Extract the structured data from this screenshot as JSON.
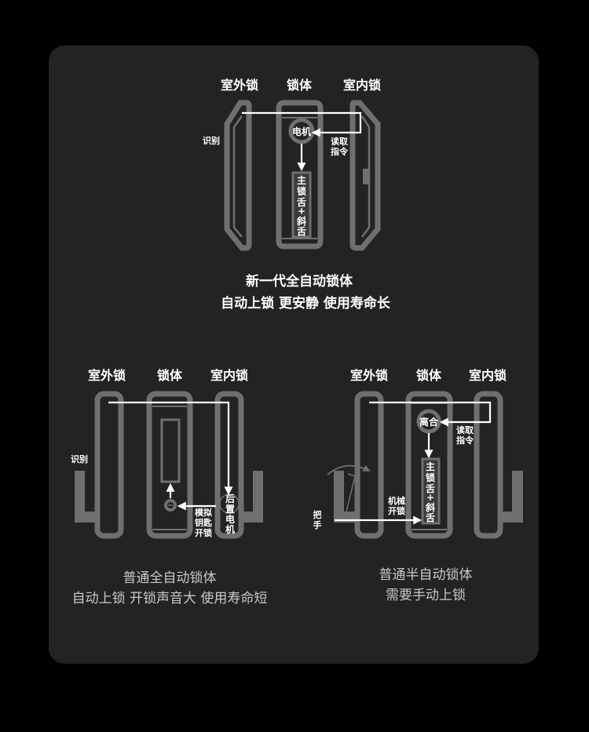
{
  "colors": {
    "background": "#000000",
    "panel": "#232323",
    "lock_outline": "#6f6f6f",
    "wire": "#ffffff",
    "caption_primary": "#ffffff",
    "caption_secondary": "#c8c8c8"
  },
  "top_diagram": {
    "headers": {
      "outdoor": "室外锁",
      "body": "锁体",
      "indoor": "室内锁"
    },
    "labels": {
      "identify": "识别",
      "read_cmd_1": "读取",
      "read_cmd_2": "指令",
      "motor": "电机",
      "bolt": [
        "主",
        "锁",
        "舌",
        "+",
        "斜",
        "舌"
      ]
    },
    "caption_line1": "新一代全自动锁体",
    "caption_line2": "自动上锁 更安静 使用寿命长"
  },
  "left_diagram": {
    "headers": {
      "outdoor": "室外锁",
      "body": "锁体",
      "indoor": "室内锁"
    },
    "labels": {
      "identify": "识别",
      "rear_motor": [
        "后",
        "置",
        "电",
        "机"
      ],
      "sim_key": [
        "模拟",
        "钥匙",
        "开锁"
      ]
    },
    "caption_line1": "普通全自动锁体",
    "caption_line2": "自动上锁 开锁声音大 使用寿命短"
  },
  "right_diagram": {
    "headers": {
      "outdoor": "室外锁",
      "body": "锁体",
      "indoor": "室内锁"
    },
    "labels": {
      "clutch": "离合",
      "read_cmd_1": "读取",
      "read_cmd_2": "指令",
      "bolt": [
        "主",
        "锁",
        "舌",
        "+",
        "斜",
        "舌"
      ],
      "mech_unlock_1": "机械",
      "mech_unlock_2": "开锁",
      "handle": [
        "把",
        "手"
      ]
    },
    "caption_line1": "普通半自动锁体",
    "caption_line2": "需要手动上锁"
  }
}
